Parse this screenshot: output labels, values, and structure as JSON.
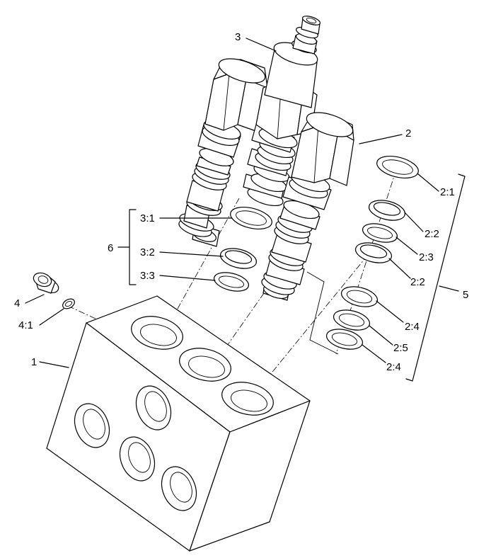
{
  "callouts": {
    "c1": "1",
    "c2": "2",
    "c3": "3",
    "c4": "4",
    "c5": "5",
    "c6": "6",
    "c2_1": "2:1",
    "c2_2a": "2:2",
    "c2_3": "2:3",
    "c2_2b": "2:2",
    "c2_4a": "2:4",
    "c2_5": "2:5",
    "c2_4b": "2:4",
    "c3_1": "3:1",
    "c3_2": "3:2",
    "c3_3": "3:3",
    "c4_1": "4:1"
  }
}
